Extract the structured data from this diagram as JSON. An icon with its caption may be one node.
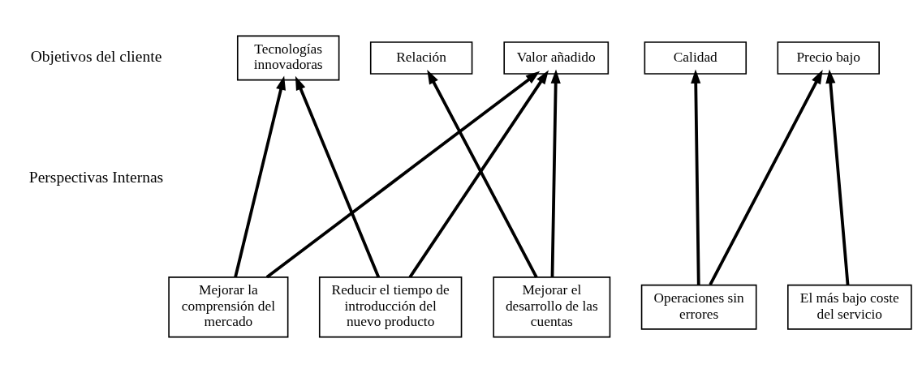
{
  "diagram": {
    "nodes": [
      {
        "text": [
          "Tecnologías innovadoras"
        ]
      },
      {
        "text": [
          "Relación"
        ]
      },
      {
        "text": [
          "Valor añadido"
        ]
      },
      {
        "text": [
          "Calidad"
        ]
      },
      {
        "text": [
          "Precio bajo"
        ]
      },
      {
        "text": [
          "Mejorar la comprensión del mercado"
        ]
      },
      {
        "text": [
          "Reducir el tiempo de introducción del nuevo producto"
        ]
      },
      {
        "text": [
          "Mejorar el desarrollo de las cuentas"
        ]
      },
      {
        "text": [
          "Operaciones sin errores"
        ]
      },
      {
        "text": [
          "El más bajo coste del servicio"
        ]
      }
    ],
    "edges": [
      {
        "from": 5,
        "to": 0,
        "arrow": "to"
      },
      {
        "from": 5,
        "to": 2,
        "arrow": "to"
      },
      {
        "from": 6,
        "to": 0,
        "arrow": "to"
      },
      {
        "from": 6,
        "to": 2,
        "arrow": "to"
      },
      {
        "from": 7,
        "to": 1,
        "arrow": "to"
      },
      {
        "from": 7,
        "to": 2,
        "arrow": "to"
      },
      {
        "from": 8,
        "to": 3,
        "arrow": "to"
      },
      {
        "from": 8,
        "to": 4,
        "arrow": "to"
      },
      {
        "from": 9,
        "to": 4,
        "arrow": "to"
      }
    ],
    "labels": [
      "Objetivos del cliente",
      "Perspectivas Internas"
    ]
  }
}
